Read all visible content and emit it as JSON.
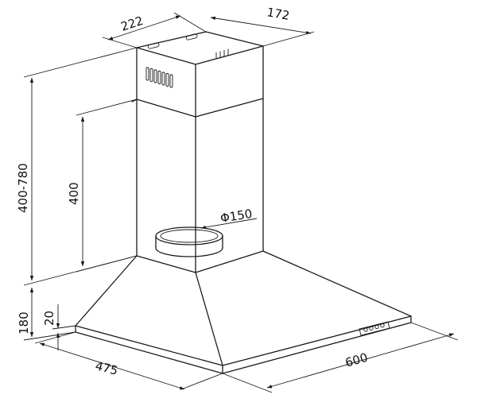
{
  "dimensions": {
    "chimney_width": "222",
    "chimney_depth": "172",
    "total_height": "400-780",
    "upper_chimney_height": "400",
    "duct_diameter": "Φ150",
    "hood_height": "180",
    "rim_height": "20",
    "hood_depth": "475",
    "hood_width": "600"
  },
  "colors": {
    "line": "#1a1a1a",
    "background": "#ffffff"
  }
}
